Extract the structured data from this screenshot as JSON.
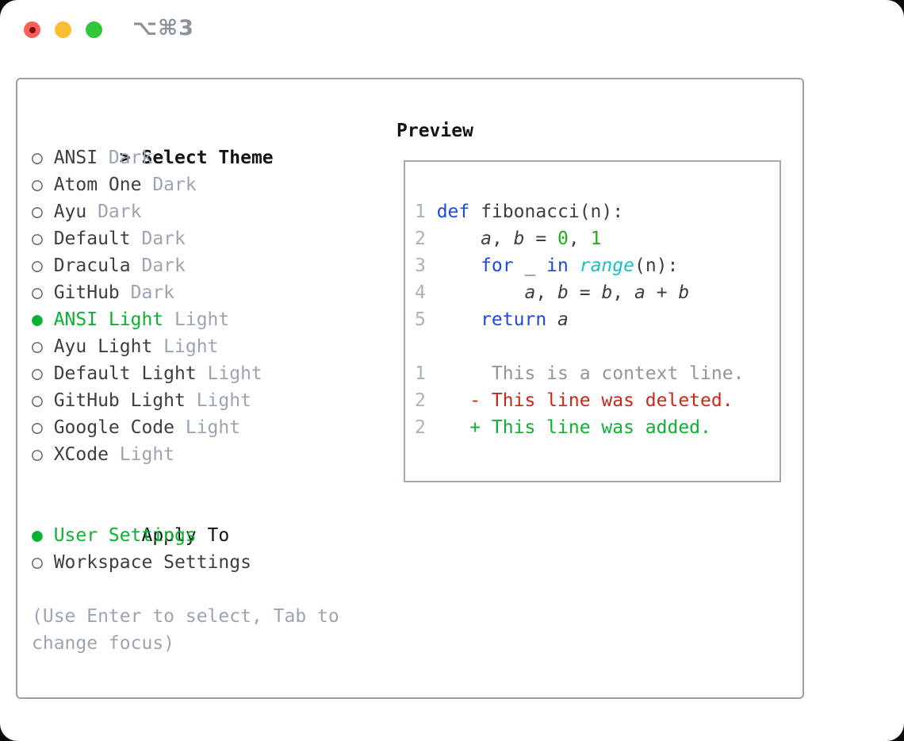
{
  "window": {
    "shortcut": "⌥⌘3"
  },
  "glyphs": {
    "prompt": ">",
    "radio_on": "●",
    "radio_off": "○"
  },
  "theme_picker": {
    "title": "Select Theme",
    "items": [
      {
        "name": "ANSI",
        "variant": "Dark",
        "selected": false
      },
      {
        "name": "Atom One",
        "variant": "Dark",
        "selected": false
      },
      {
        "name": "Ayu",
        "variant": "Dark",
        "selected": false
      },
      {
        "name": "Default",
        "variant": "Dark",
        "selected": false
      },
      {
        "name": "Dracula",
        "variant": "Dark",
        "selected": false
      },
      {
        "name": "GitHub",
        "variant": "Dark",
        "selected": false
      },
      {
        "name": "ANSI Light",
        "variant": "Light",
        "selected": true
      },
      {
        "name": "Ayu Light",
        "variant": "Light",
        "selected": false
      },
      {
        "name": "Default Light",
        "variant": "Light",
        "selected": false
      },
      {
        "name": "GitHub Light",
        "variant": "Light",
        "selected": false
      },
      {
        "name": "Google Code",
        "variant": "Light",
        "selected": false
      },
      {
        "name": "XCode",
        "variant": "Light",
        "selected": false
      }
    ],
    "apply_to": {
      "title": "Apply To",
      "options": [
        {
          "label": "User Settings",
          "selected": true
        },
        {
          "label": "Workspace Settings",
          "selected": false
        }
      ]
    },
    "help": "(Use Enter to select, Tab to change focus)"
  },
  "preview": {
    "title": "Preview",
    "code_lines": [
      {
        "num": "1",
        "tokens": [
          {
            "c": "kw",
            "t": "def"
          },
          {
            "c": "plain",
            "t": " fibonacci(n):"
          }
        ]
      },
      {
        "num": "2",
        "tokens": [
          {
            "c": "plain",
            "t": "    "
          },
          {
            "c": "var",
            "t": "a"
          },
          {
            "c": "plain",
            "t": ", "
          },
          {
            "c": "var",
            "t": "b"
          },
          {
            "c": "plain",
            "t": " = "
          },
          {
            "c": "num",
            "t": "0"
          },
          {
            "c": "plain",
            "t": ", "
          },
          {
            "c": "num",
            "t": "1"
          }
        ]
      },
      {
        "num": "3",
        "tokens": [
          {
            "c": "plain",
            "t": "    "
          },
          {
            "c": "kw",
            "t": "for"
          },
          {
            "c": "plain",
            "t": " _ "
          },
          {
            "c": "kw",
            "t": "in"
          },
          {
            "c": "plain",
            "t": " "
          },
          {
            "c": "builtin",
            "t": "range"
          },
          {
            "c": "plain",
            "t": "(n):"
          }
        ]
      },
      {
        "num": "4",
        "tokens": [
          {
            "c": "plain",
            "t": "        "
          },
          {
            "c": "var",
            "t": "a"
          },
          {
            "c": "plain",
            "t": ", "
          },
          {
            "c": "var",
            "t": "b"
          },
          {
            "c": "plain",
            "t": " = "
          },
          {
            "c": "var",
            "t": "b"
          },
          {
            "c": "plain",
            "t": ", "
          },
          {
            "c": "var",
            "t": "a"
          },
          {
            "c": "plain",
            "t": " + "
          },
          {
            "c": "var",
            "t": "b"
          }
        ]
      },
      {
        "num": "5",
        "tokens": [
          {
            "c": "plain",
            "t": "    "
          },
          {
            "c": "kw",
            "t": "return"
          },
          {
            "c": "plain",
            "t": " "
          },
          {
            "c": "var",
            "t": "a"
          }
        ]
      }
    ],
    "diff_lines": [
      {
        "num": "1",
        "tokens": [
          {
            "c": "ctx",
            "t": "     This is a context line."
          }
        ]
      },
      {
        "num": "2",
        "tokens": [
          {
            "c": "del",
            "t": "   - This line was deleted."
          }
        ]
      },
      {
        "num": "2",
        "tokens": [
          {
            "c": "add",
            "t": "   + This line was added."
          }
        ]
      }
    ]
  },
  "colors": {
    "accent_green": "#0ab22f",
    "keyword_blue": "#1e49e1",
    "builtin_cyan": "#15c1c9",
    "number_green": "#1db214",
    "diff_red": "#ca2717",
    "text_title": "#111418",
    "text_item": "#3a3f46",
    "text_muted": "#9ba5b2",
    "text_context": "#8f969e",
    "line_number": "#a9b2bd",
    "radio_gray": "#555b63",
    "panel_border": "#99a1ab",
    "preview_border": "#a3aab3",
    "shortcut_gray": "#8b9198",
    "traffic_red": "#f7615a",
    "traffic_yellow": "#fcbe31",
    "traffic_green": "#2fc83b",
    "traffic_red_dot": "#7a120d"
  }
}
